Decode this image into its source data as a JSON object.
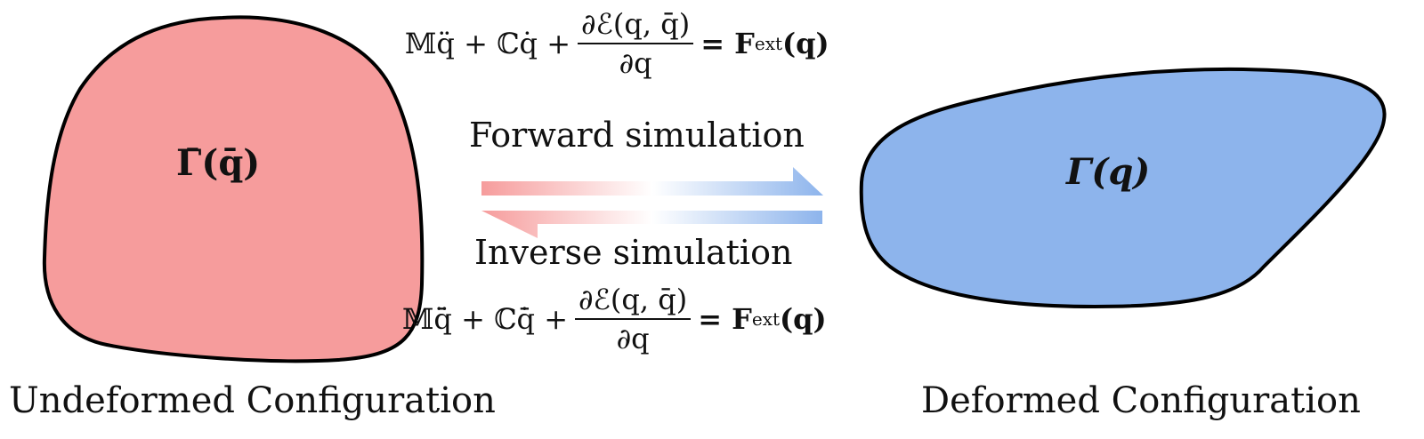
{
  "left_shape": {
    "label": "Γ̄(q̄)",
    "caption": "Undeformed Configuration",
    "fill": "#f69c9c"
  },
  "right_shape": {
    "label": "Γ(q)",
    "caption": "Deformed Configuration",
    "fill": "#8db4ec"
  },
  "forward": {
    "label": "Forward simulation",
    "equation": {
      "lhs1": "𝕄q̈ + ℂq̇ +",
      "numerator": "∂ℰ(q, q̄)",
      "denominator": "∂q",
      "rhs": "= F",
      "rhs_sup": "ext",
      "rhs_arg": "(q)"
    }
  },
  "inverse": {
    "label": "Inverse simulation",
    "equation": {
      "lhs1": "𝕄q̄̈ + ℂq̄̇ +",
      "numerator": "∂ℰ(q, q̄)",
      "denominator": "∂q",
      "rhs": "= F",
      "rhs_sup": "ext",
      "rhs_arg": "(q)"
    }
  }
}
